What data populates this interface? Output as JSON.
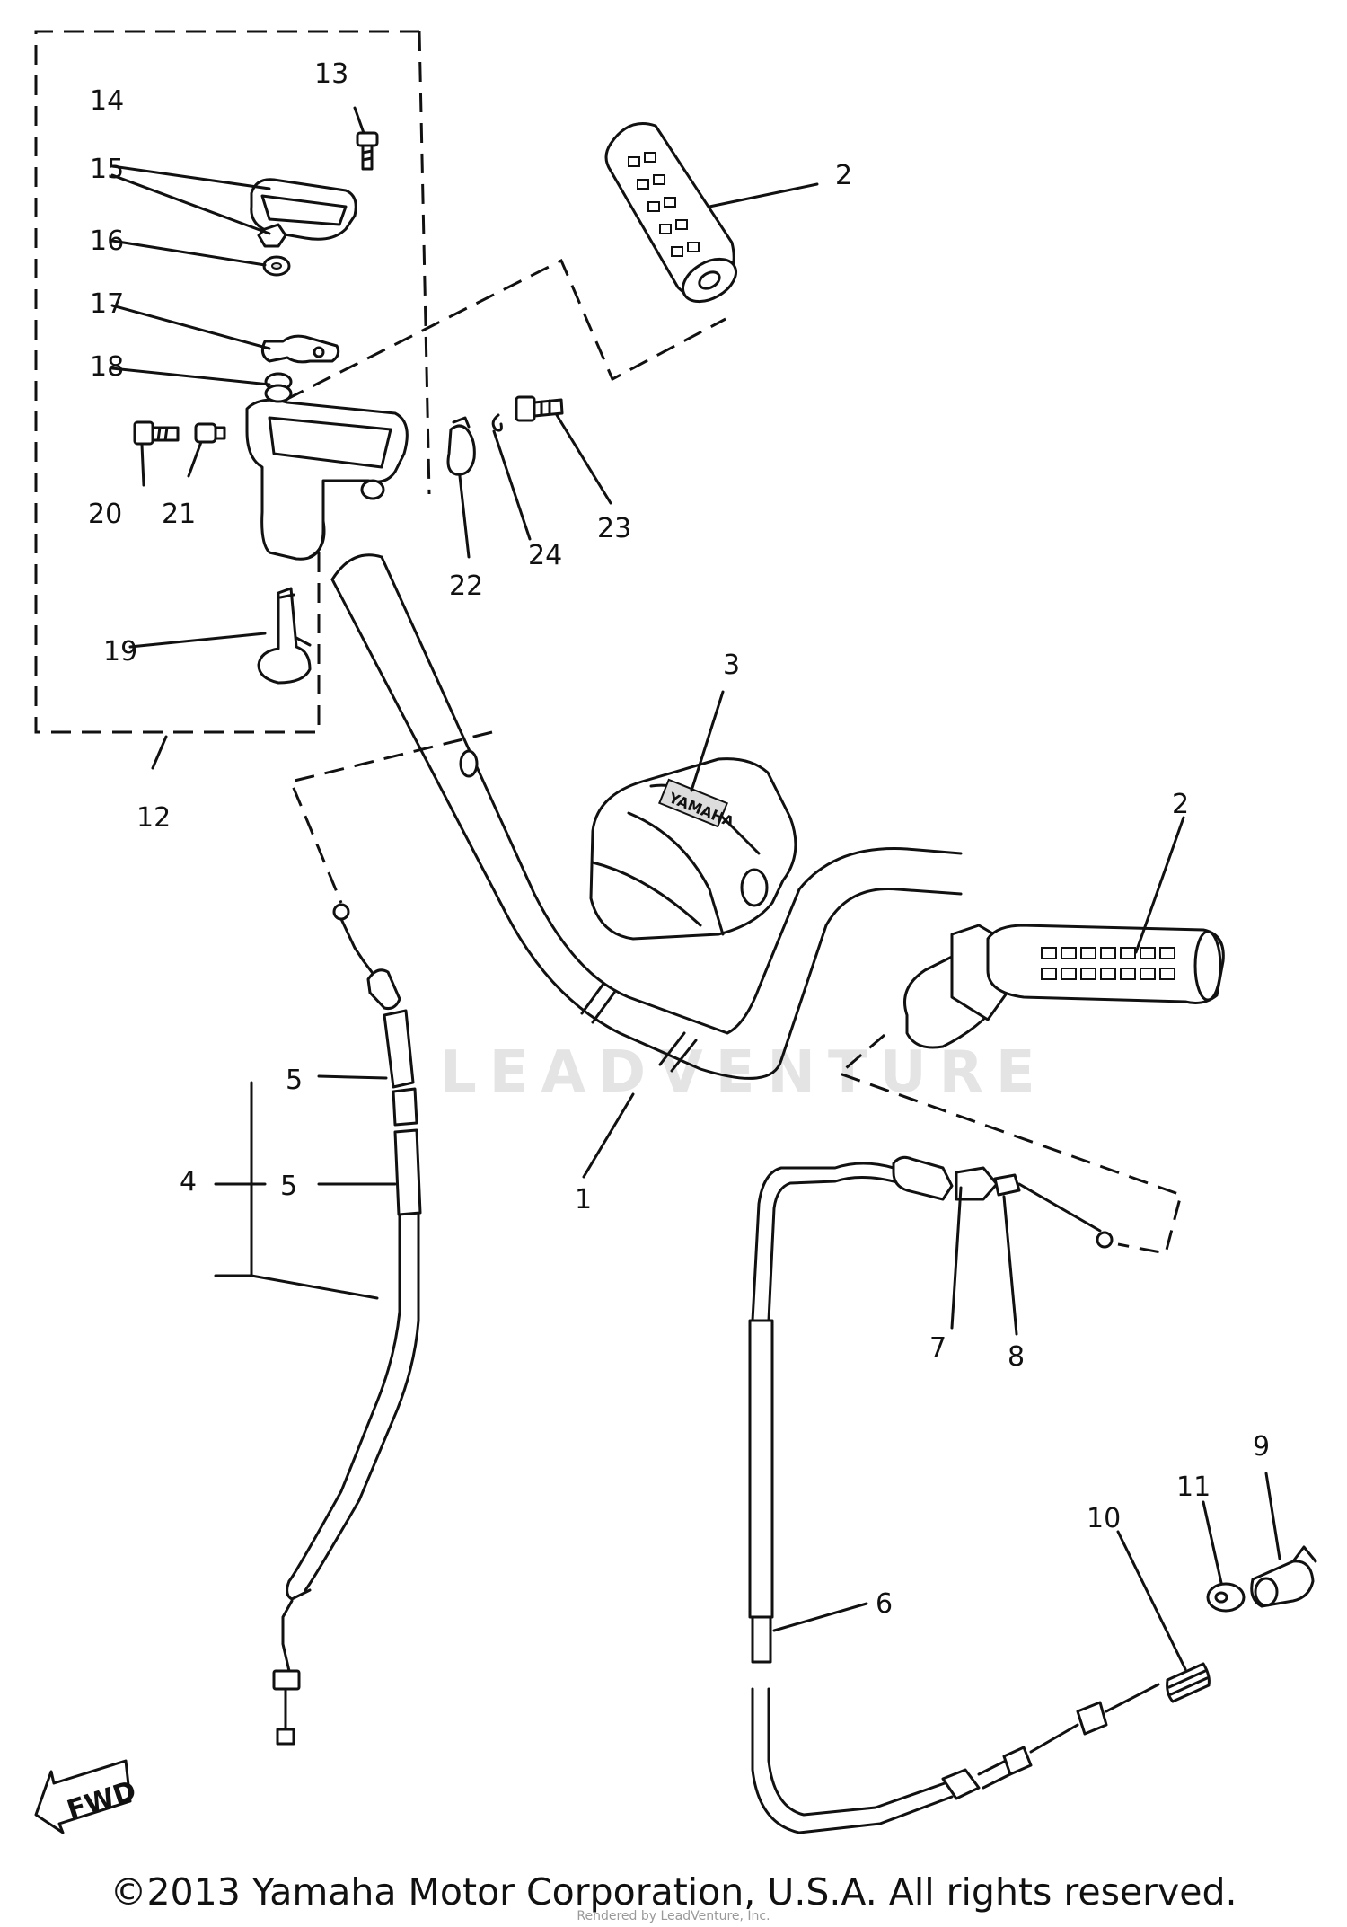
{
  "diagram": {
    "callouts": {
      "c1": "1",
      "c2a": "2",
      "c2b": "2",
      "c3": "3",
      "c4": "4",
      "c5a": "5",
      "c5b": "5",
      "c6": "6",
      "c7": "7",
      "c8": "8",
      "c9": "9",
      "c10": "10",
      "c11": "11",
      "c12": "12",
      "c13": "13",
      "c14": "14",
      "c15": "15",
      "c16": "16",
      "c17": "17",
      "c18": "18",
      "c19": "19",
      "c20": "20",
      "c21": "21",
      "c22": "22",
      "c23": "23",
      "c24": "24"
    },
    "fwd_label": "FWD",
    "cover_text": "YAMAHA",
    "watermark": "LEADVENTURE",
    "copyright": "©2013 Yamaha Motor Corporation, U.S.A. All rights reserved.",
    "rendered_by": "Rendered by LeadVenture, Inc."
  }
}
